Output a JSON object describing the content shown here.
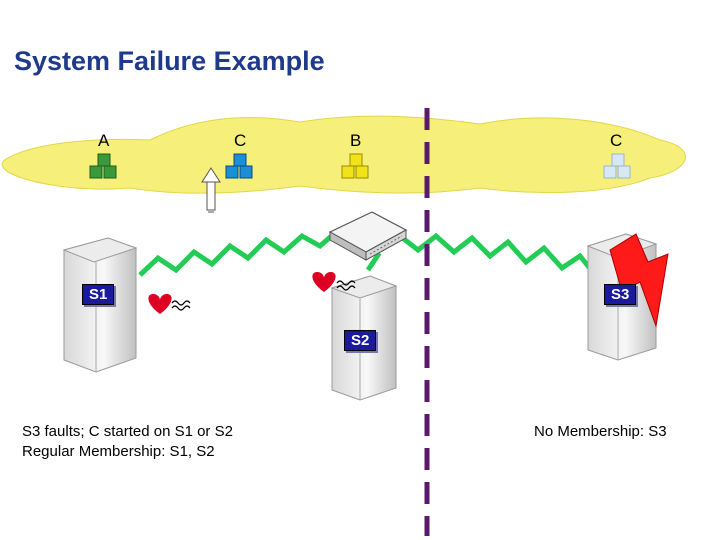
{
  "title": "System Failure Example",
  "groups": {
    "a": "A",
    "c_left": "C",
    "b": "B",
    "c_right": "C"
  },
  "servers": {
    "s1": "S1",
    "s2": "S2",
    "s3": "S3"
  },
  "captions": {
    "left_line1": "S3 faults; C started on S1 or S2",
    "left_line2": "Regular Membership: S1, S2",
    "right_line1": "No Membership: S3"
  },
  "colors": {
    "title": "#1f3a8a",
    "cloud": "#f6f07a",
    "link": "#22cc55",
    "partition": "#5a1a6a",
    "server_label_bg": "#1a1a9a",
    "fault_bolt": "#ff1a1a",
    "heartbeat": "#dd0022",
    "group_a": "#3a9a3a",
    "group_c": "#1a8fd8",
    "group_b": "#f2e21a"
  },
  "icons": [
    "cube-cluster-icon",
    "server-tower-icon",
    "network-switch-icon",
    "heartbeat-heart-icon",
    "lightning-fault-icon",
    "start-arrow-icon"
  ]
}
